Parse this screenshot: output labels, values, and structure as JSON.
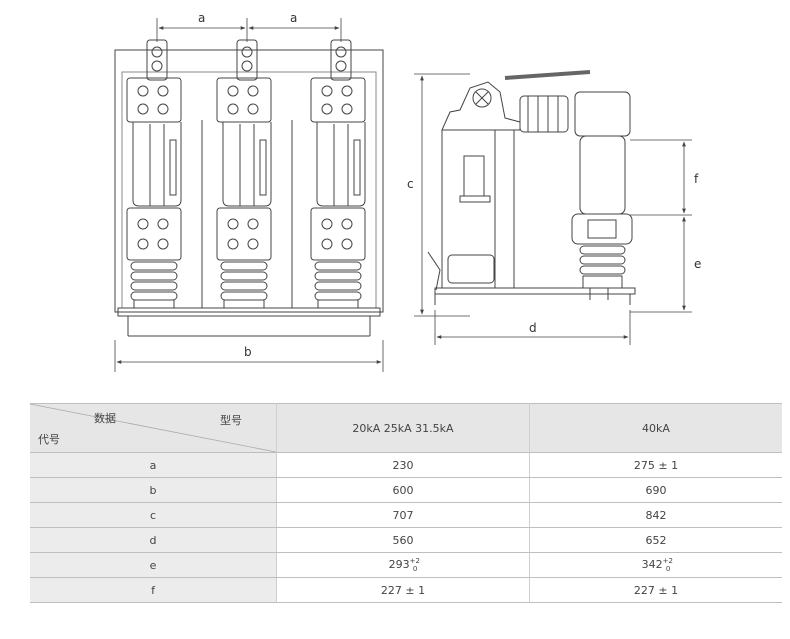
{
  "drawing": {
    "dimension_labels": {
      "a": "a",
      "b": "b",
      "c": "c",
      "d": "d",
      "e": "e",
      "f": "f"
    }
  },
  "table": {
    "header": {
      "data_label": "数据",
      "model_label": "型号",
      "code_label": "代号",
      "col1": "20kA  25kA  31.5kA",
      "col2": "40kA"
    },
    "rows": [
      {
        "code": "a",
        "v1": "230",
        "v2": "275 ± 1",
        "v1_sup": "",
        "v1_sub": "",
        "v2_sup": "",
        "v2_sub": ""
      },
      {
        "code": "b",
        "v1": "600",
        "v2": "690",
        "v1_sup": "",
        "v1_sub": "",
        "v2_sup": "",
        "v2_sub": ""
      },
      {
        "code": "c",
        "v1": "707",
        "v2": "842",
        "v1_sup": "",
        "v1_sub": "",
        "v2_sup": "",
        "v2_sub": ""
      },
      {
        "code": "d",
        "v1": "560",
        "v2": "652",
        "v1_sup": "",
        "v1_sub": "",
        "v2_sup": "",
        "v2_sub": ""
      },
      {
        "code": "e",
        "v1": "293",
        "v2": "342",
        "v1_sup": "+2",
        "v1_sub": "0",
        "v2_sup": "+2",
        "v2_sub": "0"
      },
      {
        "code": "f",
        "v1": "227 ± 1",
        "v2": "227 ± 1",
        "v1_sup": "",
        "v1_sub": "",
        "v2_sup": "",
        "v2_sub": ""
      }
    ]
  }
}
